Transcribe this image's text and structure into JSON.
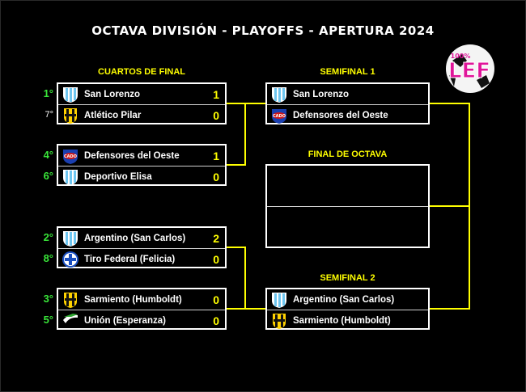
{
  "title": "OCTAVA DIVISIÓN - PLAYOFFS - APERTURA 2024",
  "headers": {
    "quarters": "CUARTOS DE FINAL",
    "semi1": "SEMIFINAL 1",
    "final": "FINAL DE OCTAVA",
    "semi2": "SEMIFINAL 2"
  },
  "logo": {
    "text": "LEF",
    "badge": "100%"
  },
  "quarterfinals": [
    {
      "home": {
        "seed": "1°",
        "name": "San Lorenzo",
        "score": "1",
        "crest": "sky-stripes-crest"
      },
      "away": {
        "seed": "7°",
        "name": "Atlético Pilar",
        "score": "0",
        "crest": "yellow-black-crest"
      }
    },
    {
      "home": {
        "seed": "4°",
        "name": "Defensores del Oeste",
        "score": "1",
        "crest": "blue-red-crest"
      },
      "away": {
        "seed": "6°",
        "name": "Deportivo Elisa",
        "score": "0",
        "crest": "sky-stripes-crest"
      }
    },
    {
      "home": {
        "seed": "2°",
        "name": "Argentino (San Carlos)",
        "score": "2",
        "crest": "sky-stripes-crest"
      },
      "away": {
        "seed": "8°",
        "name": "Tiro Federal (Felicia)",
        "score": "0",
        "crest": "blue-cross-crest"
      }
    },
    {
      "home": {
        "seed": "3°",
        "name": "Sarmiento (Humboldt)",
        "score": "0",
        "crest": "yellow-black-crest"
      },
      "away": {
        "seed": "5°",
        "name": "Unión (Esperanza)",
        "score": "0",
        "crest": "green-white-crest"
      }
    }
  ],
  "semifinals": [
    {
      "home": {
        "name": "San Lorenzo",
        "crest": "sky-stripes-crest"
      },
      "away": {
        "name": "Defensores del Oeste",
        "crest": "blue-red-crest"
      }
    },
    {
      "home": {
        "name": "Argentino (San Carlos)",
        "crest": "sky-stripes-crest"
      },
      "away": {
        "name": "Sarmiento (Humboldt)",
        "crest": "yellow-black-crest"
      }
    }
  ],
  "colors": {
    "background": "#000000",
    "accent": "#ffff00",
    "seed_green": "#39e639",
    "text": "#ffffff"
  }
}
